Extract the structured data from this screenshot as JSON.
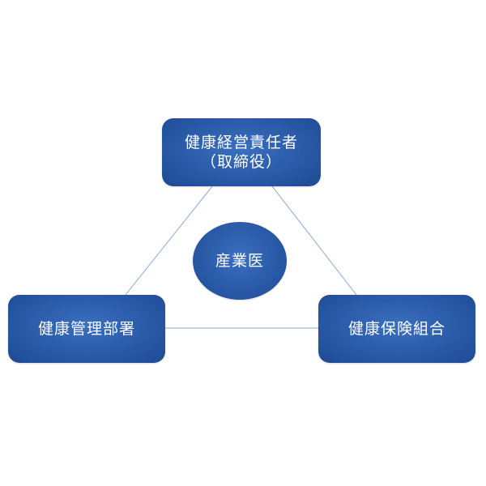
{
  "diagram": {
    "top_node": {
      "line1": "健康経営責任者",
      "line2": "（取締役）"
    },
    "left_node": {
      "label": "健康管理部署"
    },
    "right_node": {
      "label": "健康保険組合"
    },
    "center_node": {
      "label": "産業医"
    }
  },
  "colors": {
    "node_fill": "#2a5aa8",
    "connector": "#8aa6d2",
    "text": "#ffffff",
    "background": "#ffffff"
  }
}
